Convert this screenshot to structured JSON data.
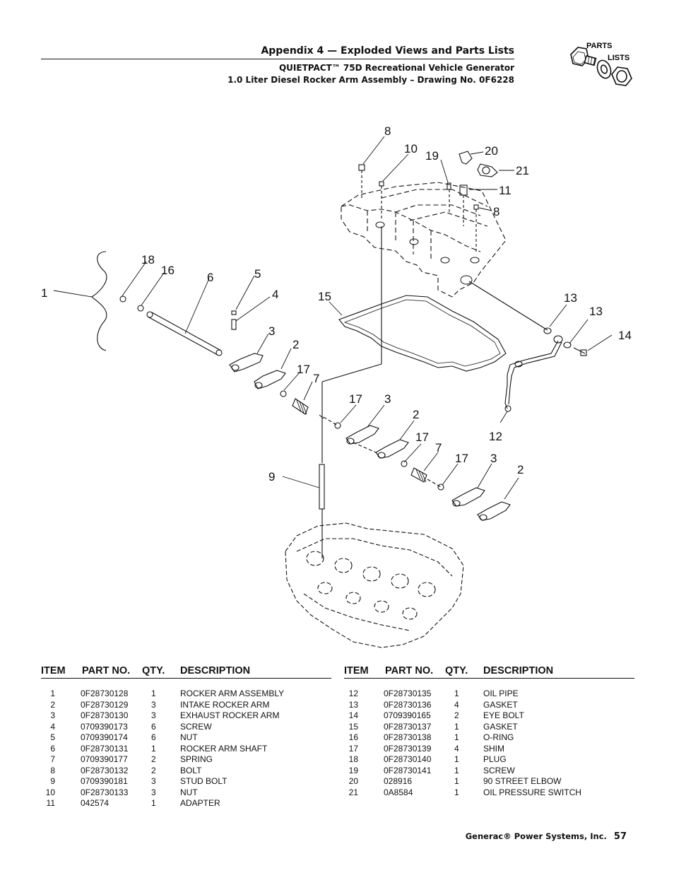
{
  "header": {
    "title": "Appendix 4 — Exploded Views and Parts Lists",
    "subtitle1": "QUIETPACT™ 75D Recreational Vehicle Generator",
    "subtitle2": "1.0 Liter Diesel Rocker Arm Assembly – Drawing No. 0F6228",
    "badge_line1": "PARTS",
    "badge_line2": "LISTS"
  },
  "diagram": {
    "callouts": [
      "1",
      "2",
      "2",
      "2",
      "3",
      "3",
      "3",
      "4",
      "5",
      "6",
      "7",
      "7",
      "8",
      "8",
      "9",
      "10",
      "11",
      "12",
      "13",
      "13",
      "14",
      "15",
      "16",
      "17",
      "17",
      "17",
      "17",
      "18",
      "19",
      "20",
      "21"
    ]
  },
  "table": {
    "headers": {
      "item": "ITEM",
      "part": "PART NO.",
      "qty": "QTY.",
      "desc": "DESCRIPTION"
    },
    "left": [
      {
        "item": "1",
        "part": "0F28730128",
        "qty": "1",
        "desc": "ROCKER ARM ASSEMBLY"
      },
      {
        "item": "2",
        "part": "0F28730129",
        "qty": "3",
        "desc": "INTAKE ROCKER ARM"
      },
      {
        "item": "3",
        "part": "0F28730130",
        "qty": "3",
        "desc": "EXHAUST ROCKER ARM"
      },
      {
        "item": "4",
        "part": "0709390173",
        "qty": "6",
        "desc": "SCREW"
      },
      {
        "item": "5",
        "part": "0709390174",
        "qty": "6",
        "desc": "NUT"
      },
      {
        "item": "6",
        "part": "0F28730131",
        "qty": "1",
        "desc": "ROCKER ARM SHAFT"
      },
      {
        "item": "7",
        "part": "0709390177",
        "qty": "2",
        "desc": "SPRING"
      },
      {
        "item": "8",
        "part": "0F28730132",
        "qty": "2",
        "desc": "BOLT"
      },
      {
        "item": "9",
        "part": "0709390181",
        "qty": "3",
        "desc": "STUD BOLT"
      },
      {
        "item": "10",
        "part": "0F28730133",
        "qty": "3",
        "desc": "NUT"
      },
      {
        "item": "11",
        "part": "042574",
        "qty": "1",
        "desc": "ADAPTER"
      }
    ],
    "right": [
      {
        "item": "12",
        "part": "0F28730135",
        "qty": "1",
        "desc": "OIL PIPE"
      },
      {
        "item": "13",
        "part": "0F28730136",
        "qty": "4",
        "desc": "GASKET"
      },
      {
        "item": "14",
        "part": "0709390165",
        "qty": "2",
        "desc": "EYE BOLT"
      },
      {
        "item": "15",
        "part": "0F28730137",
        "qty": "1",
        "desc": "GASKET"
      },
      {
        "item": "16",
        "part": "0F28730138",
        "qty": "1",
        "desc": "O-RING"
      },
      {
        "item": "17",
        "part": "0F28730139",
        "qty": "4",
        "desc": "SHIM"
      },
      {
        "item": "18",
        "part": "0F28730140",
        "qty": "1",
        "desc": "PLUG"
      },
      {
        "item": "19",
        "part": "0F28730141",
        "qty": "1",
        "desc": "SCREW"
      },
      {
        "item": "20",
        "part": "028916",
        "qty": "1",
        "desc": "90 STREET ELBOW"
      },
      {
        "item": "21",
        "part": "0A8584",
        "qty": "1",
        "desc": "OIL PRESSURE SWITCH"
      }
    ]
  },
  "footer": {
    "company": "Generac® Power Systems, Inc.",
    "page": "57"
  }
}
